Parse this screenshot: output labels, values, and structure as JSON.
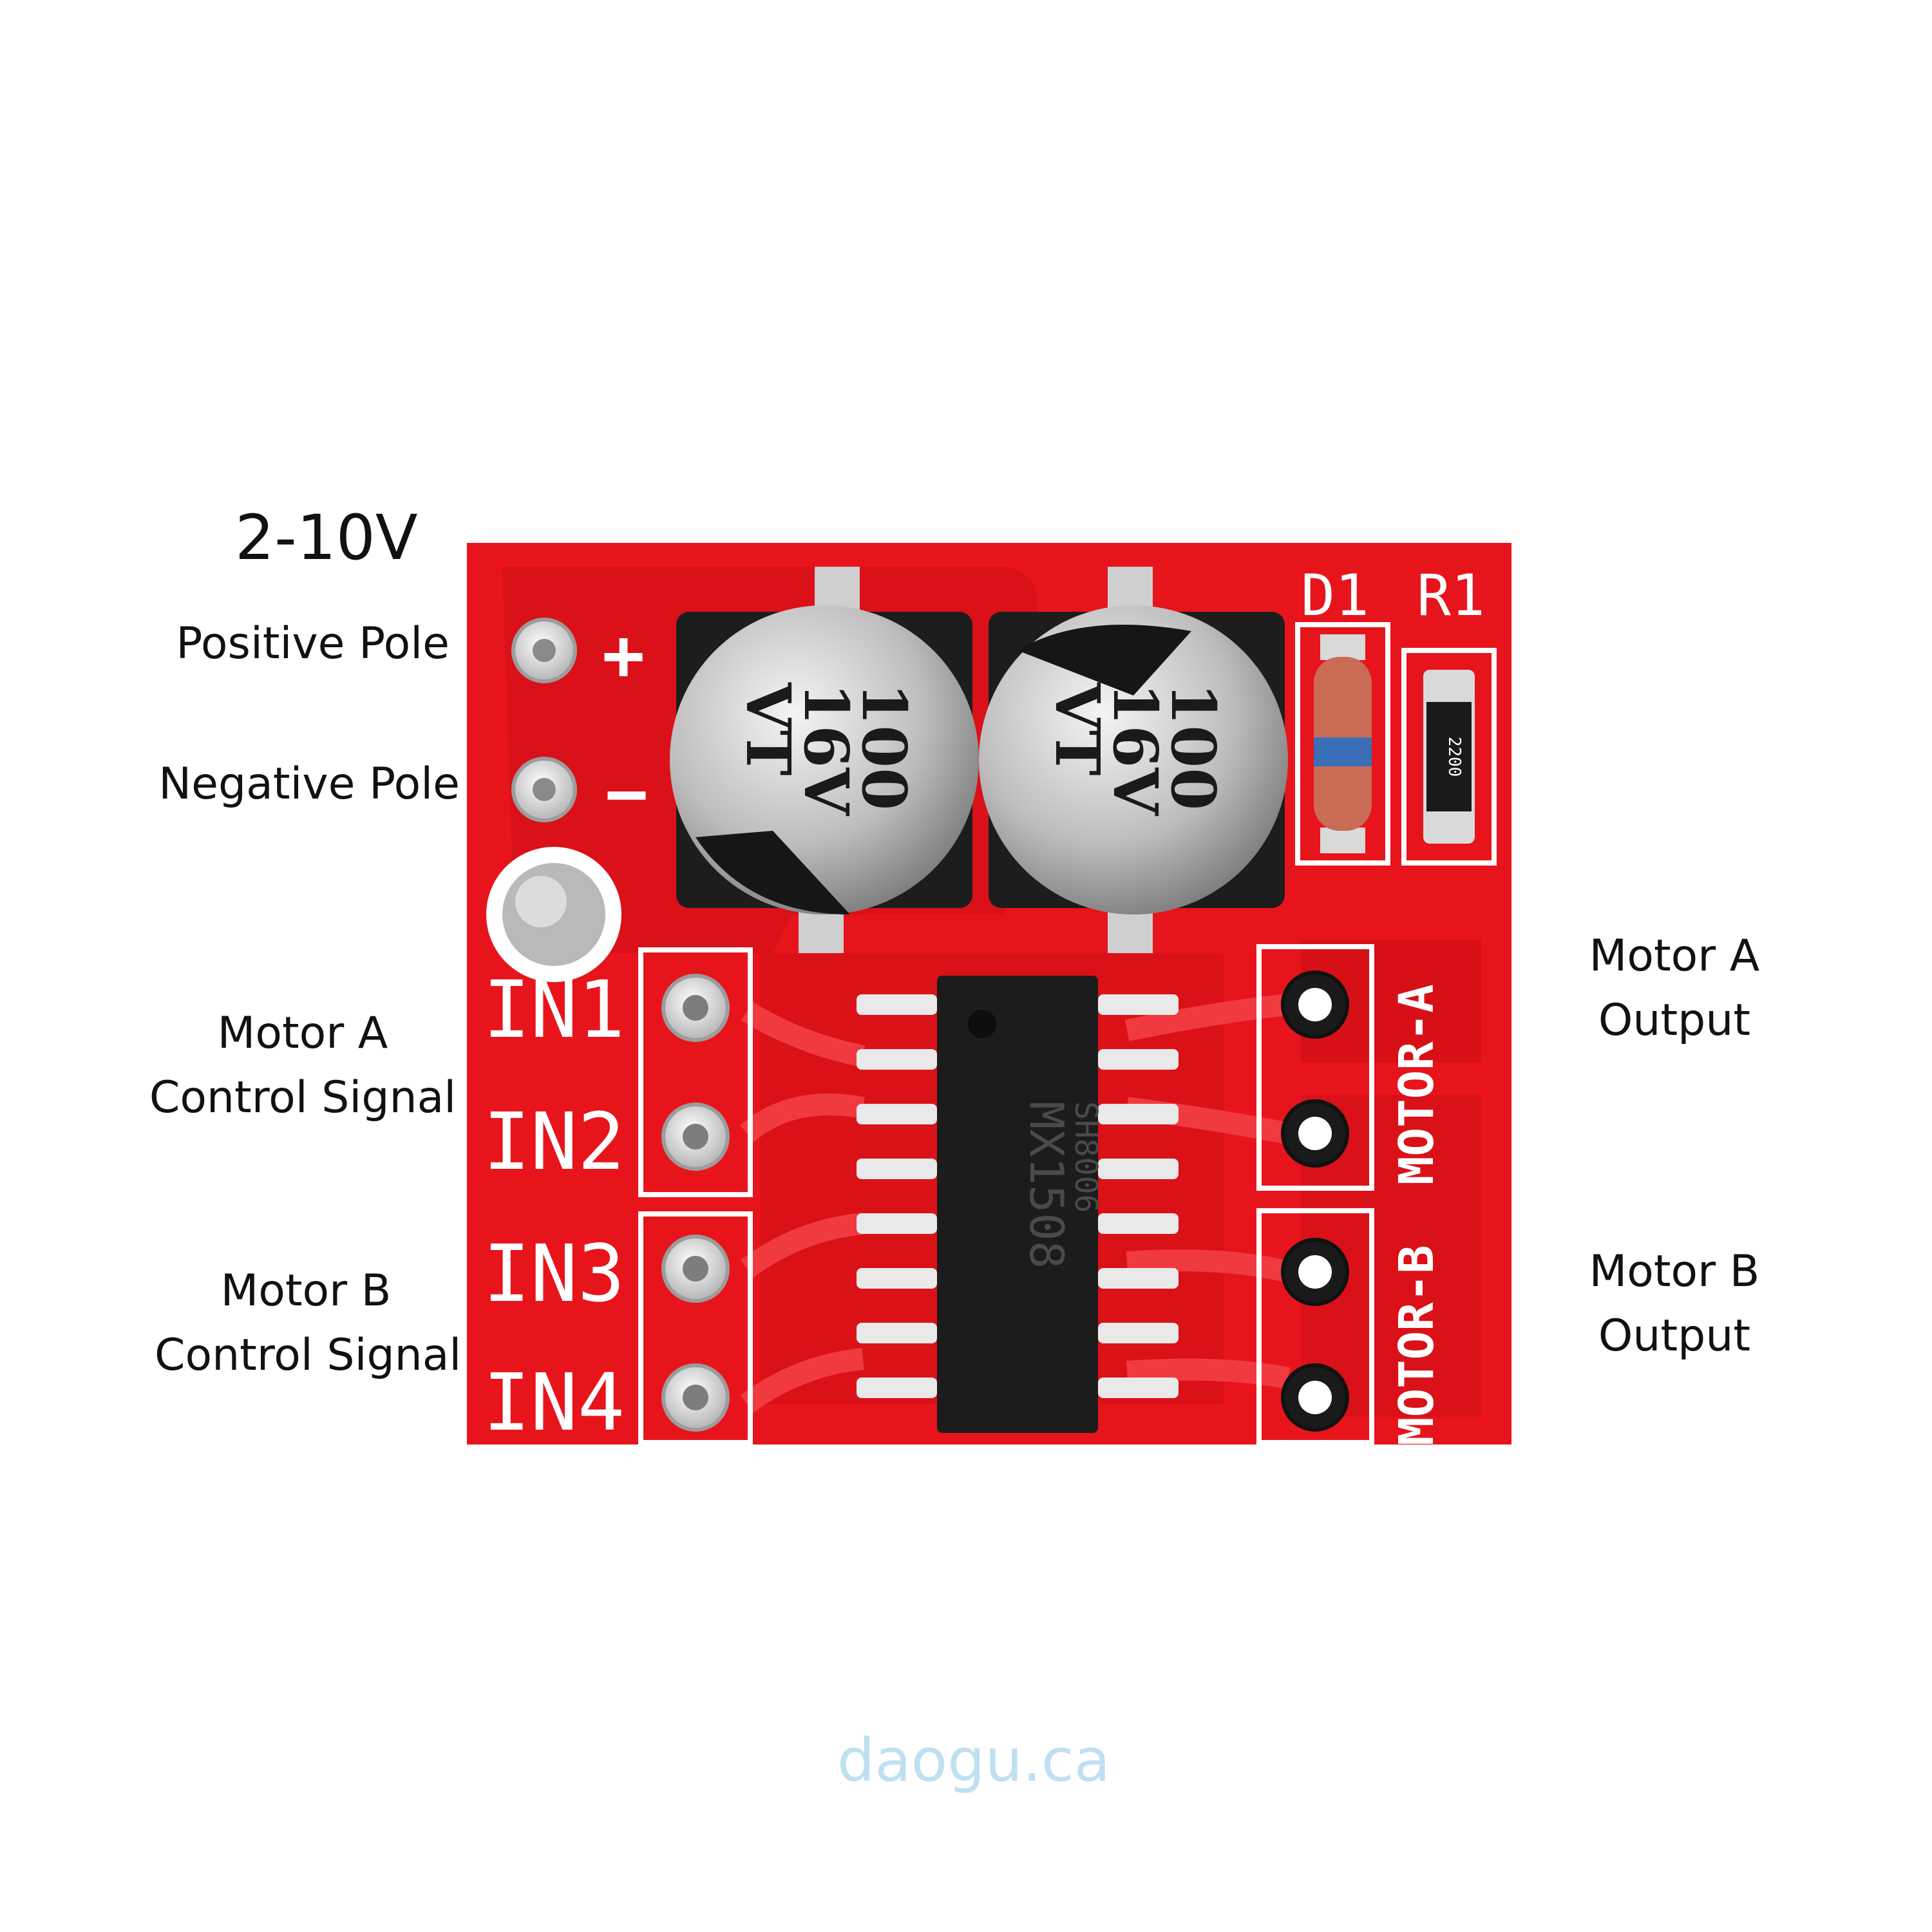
{
  "labels": {
    "voltage": "2-10V",
    "positive": "Positive Pole",
    "negative": "Negative Pole",
    "motor_a_control": [
      "Motor A",
      "Control Signal"
    ],
    "motor_b_control": [
      "Motor B",
      "Control Signal"
    ],
    "motor_a_output": [
      "Motor A",
      "Output"
    ],
    "motor_b_output": [
      "Motor B",
      "Output"
    ]
  },
  "board": {
    "silkscreen": {
      "plus": "+",
      "minus": "−",
      "in1": "IN1",
      "in2": "IN2",
      "in3": "IN3",
      "in4": "IN4",
      "motor_a": "MOTOR-A",
      "motor_b": "MOTOR-B",
      "d1": "D1",
      "r1": "R1"
    },
    "capacitor_marking": [
      "100",
      "16V",
      "VT"
    ],
    "resistor_marking": "2200",
    "chip_marking": [
      "MX1508",
      "SH8006"
    ],
    "colors": {
      "pcb": "#e8141c",
      "pcb_dark": "#c40d14",
      "silkscreen": "#ffffff",
      "chip": "#1c1c1c"
    }
  },
  "watermark": "daogu.ca"
}
